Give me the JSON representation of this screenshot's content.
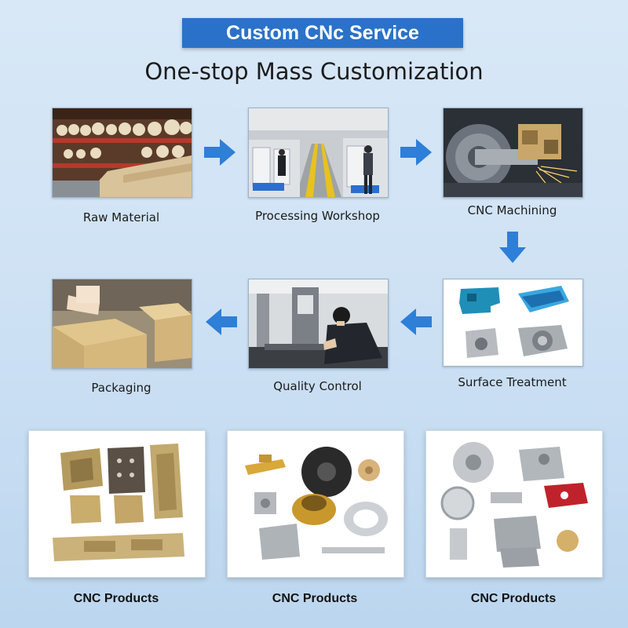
{
  "header": {
    "banner_title": "Custom CNc Service",
    "subtitle": "One-stop Mass Customization"
  },
  "process_steps": [
    {
      "label": "Raw Material",
      "image": "raw-material-warehouse-photo"
    },
    {
      "label": "Processing Workshop",
      "image": "workshop-floor-photo"
    },
    {
      "label": "CNC Machining",
      "image": "cnc-machining-closeup-photo"
    },
    {
      "label": "Surface Treatment",
      "image": "anodized-parts-photo"
    },
    {
      "label": "Quality Control",
      "image": "quality-inspection-photo"
    },
    {
      "label": "Packaging",
      "image": "packaging-boxes-photo"
    }
  ],
  "products": [
    {
      "label": "CNC Products",
      "image": "brass-machined-parts-photo"
    },
    {
      "label": "CNC Products",
      "image": "mixed-metal-parts-photo"
    },
    {
      "label": "CNC Products",
      "image": "aluminum-parts-assortment-photo"
    }
  ],
  "icons": {
    "flow_arrow": "arrow-icon"
  },
  "colors": {
    "banner": "#2a72c9",
    "arrow": "#2e7fd8",
    "background": "#d2e4f5"
  }
}
